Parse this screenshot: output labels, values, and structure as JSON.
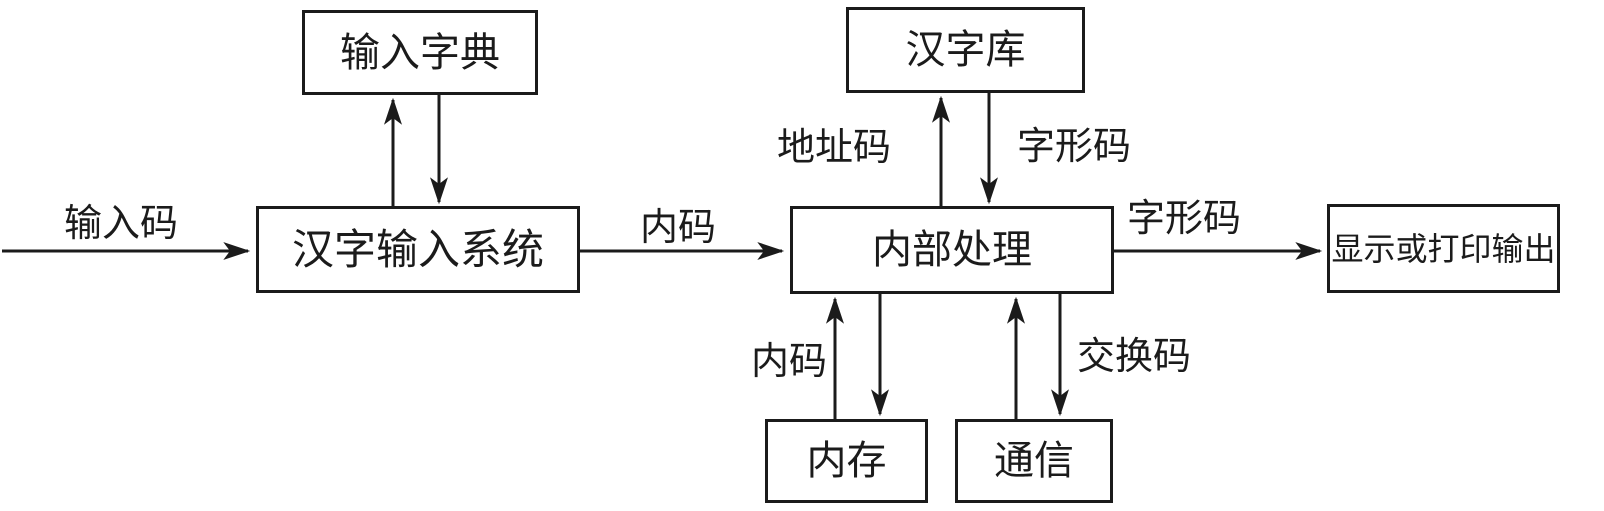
{
  "diagram": {
    "nodes": {
      "input_dictionary": "输入字典",
      "input_system": "汉字输入系统",
      "char_library": "汉字库",
      "internal_processing": "内部处理",
      "display_output": "显示或打印输出",
      "memory": "内存",
      "communication": "通信"
    },
    "edge_labels": {
      "input_code": "输入码",
      "internal_code_top": "内码",
      "address_code": "地址码",
      "glyph_code_upper": "字形码",
      "glyph_code_right": "字形码",
      "internal_code_bottom": "内码",
      "exchange_code": "交换码"
    },
    "colors": {
      "line": "#1b1b1b",
      "background": "#ffffff",
      "text": "#1b1b1b"
    }
  }
}
